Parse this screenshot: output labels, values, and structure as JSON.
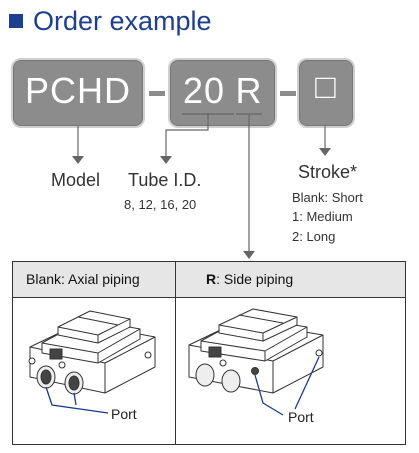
{
  "title": "Order example",
  "code": {
    "series": "PCHD",
    "bore": "20",
    "piping": "R",
    "stroke": "□"
  },
  "labels": {
    "model": "Model",
    "tube": "Tube I.D.",
    "tube_values": "8, 12, 16, 20",
    "stroke": "Stroke*",
    "stroke_blank": "Blank: Short",
    "stroke_1": "1: Medium",
    "stroke_2": "2: Long"
  },
  "table": {
    "col1_label": "Blank: Axial piping",
    "col2_code": "R",
    "col2_label": ": Side piping",
    "port1": "Port",
    "port2": "Port"
  }
}
